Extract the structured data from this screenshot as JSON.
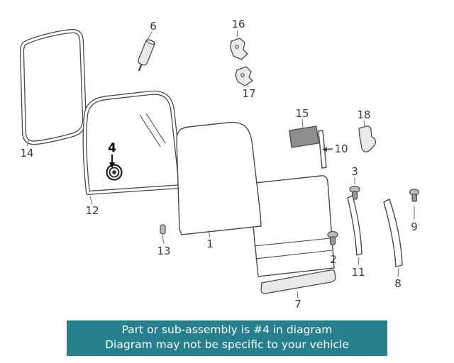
{
  "colors": {
    "banner-bg": "#27808e",
    "banner-fg": "#ffffff",
    "line": "#4a4a4a",
    "label": "#3a3a3a"
  },
  "banner": {
    "line1": "Part or sub-assembly is #4 in diagram",
    "line2": "Diagram may not be specific to your vehicle"
  },
  "diagram": {
    "highlighted_part": "4",
    "labels": {
      "l1": "1",
      "l2": "2",
      "l3": "3",
      "l4": "4",
      "l6": "6",
      "l7": "7",
      "l8": "8",
      "l9": "9",
      "l10": "10",
      "l11": "11",
      "l12": "12",
      "l13": "13",
      "l14": "14",
      "l15": "15",
      "l16": "16",
      "l17": "17",
      "l18": "18"
    }
  }
}
